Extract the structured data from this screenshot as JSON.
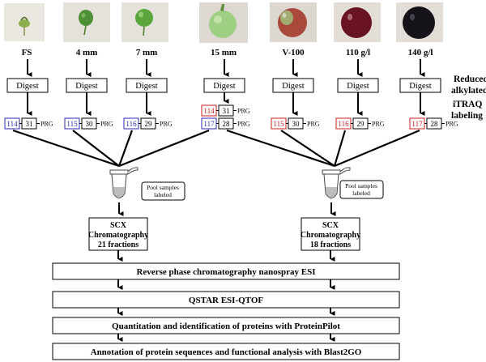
{
  "stages": [
    {
      "label": "FS",
      "fruit_color": "#8cae4c"
    },
    {
      "label": "4 mm",
      "fruit_color": "#4d8f34"
    },
    {
      "label": "7 mm",
      "fruit_color": "#5aa63c"
    },
    {
      "label": "15 mm",
      "fruit_color": "#9fcf83"
    },
    {
      "label": "V-100",
      "fruit_color": "#a8493c"
    },
    {
      "label": "110 g/l",
      "fruit_color": "#6a1322"
    },
    {
      "label": "140 g/l",
      "fruit_color": "#16121a"
    }
  ],
  "digest_label": "Digest",
  "side_labels": {
    "reduced_1": "Reduced/",
    "reduced_2": "alkylated",
    "itraq_1": "iTRAQ",
    "itraq_2": "labeling"
  },
  "tags": [
    {
      "reagent": "114",
      "version": "31",
      "prg": "PRG",
      "color": "#2a2ab8"
    },
    {
      "reagent": "115",
      "version": "30",
      "prg": "PRG",
      "color": "#2a2ab8"
    },
    {
      "reagent": "116",
      "version": "29",
      "prg": "PRG",
      "color": "#2a2ab8"
    },
    {
      "reagent": "114",
      "version": "31",
      "prg": "PRG",
      "color": "#d11a1a"
    },
    {
      "reagent": "117",
      "version": "28",
      "prg": "PRG",
      "color": "#2a2ab8"
    },
    {
      "reagent": "115",
      "version": "30",
      "prg": "PRG",
      "color": "#d11a1a"
    },
    {
      "reagent": "116",
      "version": "29",
      "prg": "PRG",
      "color": "#d11a1a"
    },
    {
      "reagent": "117",
      "version": "28",
      "prg": "PRG",
      "color": "#d11a1a"
    }
  ],
  "pool_label": {
    "line1": "Pool samples",
    "line2": "labeled"
  },
  "scx": [
    {
      "line1": "SCX",
      "line2": "Chromatography",
      "line3": "21 fractions"
    },
    {
      "line1": "SCX",
      "line2": "Chromatography",
      "line3": "18 fractions"
    }
  ],
  "steps": [
    "Reverse phase chromatography nanospray ESI",
    "QSTAR ESI-QTOF",
    "Quantitation and identification of proteins with ProteinPilot",
    "Annotation of protein sequences and functional analysis with Blast2GO"
  ]
}
